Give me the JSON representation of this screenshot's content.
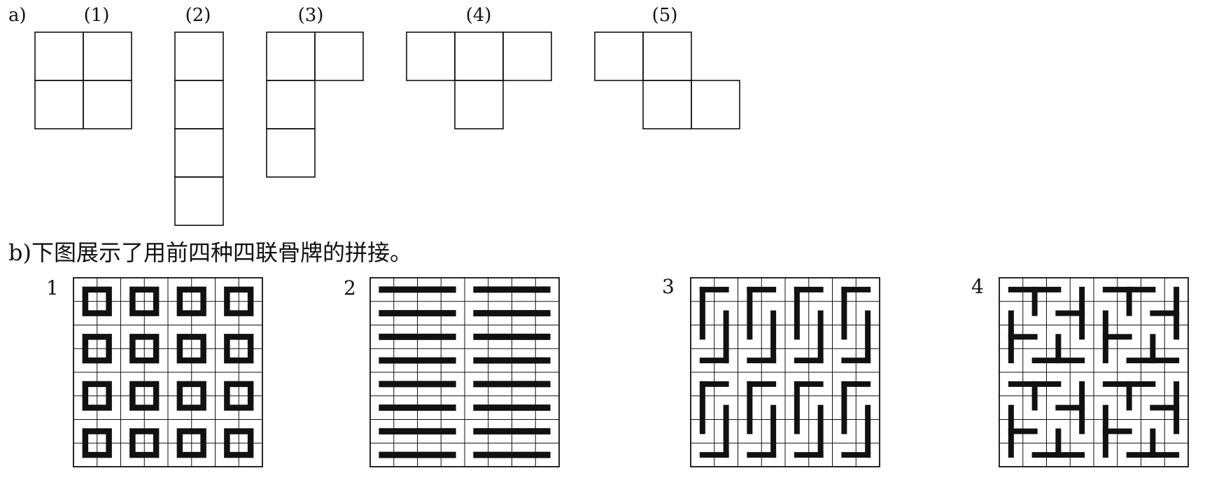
{
  "part_a": {
    "label": "a)",
    "shapes": [
      {
        "label": "(1)",
        "cells": [
          [
            0,
            0
          ],
          [
            1,
            0
          ],
          [
            0,
            1
          ],
          [
            1,
            1
          ]
        ]
      },
      {
        "label": "(2)",
        "cells": [
          [
            0,
            0
          ],
          [
            0,
            1
          ],
          [
            0,
            2
          ],
          [
            0,
            3
          ]
        ]
      },
      {
        "label": "(3)",
        "cells": [
          [
            0,
            0
          ],
          [
            1,
            0
          ],
          [
            0,
            1
          ],
          [
            0,
            2
          ]
        ]
      },
      {
        "label": "(4)",
        "cells": [
          [
            0,
            0
          ],
          [
            1,
            0
          ],
          [
            2,
            0
          ],
          [
            1,
            1
          ]
        ]
      },
      {
        "label": "(5)",
        "cells": [
          [
            0,
            0
          ],
          [
            1,
            0
          ],
          [
            1,
            1
          ],
          [
            2,
            1
          ]
        ]
      }
    ]
  },
  "part_b": {
    "caption": "b)下图展示了用前四种四联骨牌的拼接。",
    "tilings": [
      {
        "label": "1",
        "piece": "square"
      },
      {
        "label": "2",
        "piece": "straight"
      },
      {
        "label": "3",
        "piece": "l"
      },
      {
        "label": "4",
        "piece": "t"
      }
    ]
  }
}
